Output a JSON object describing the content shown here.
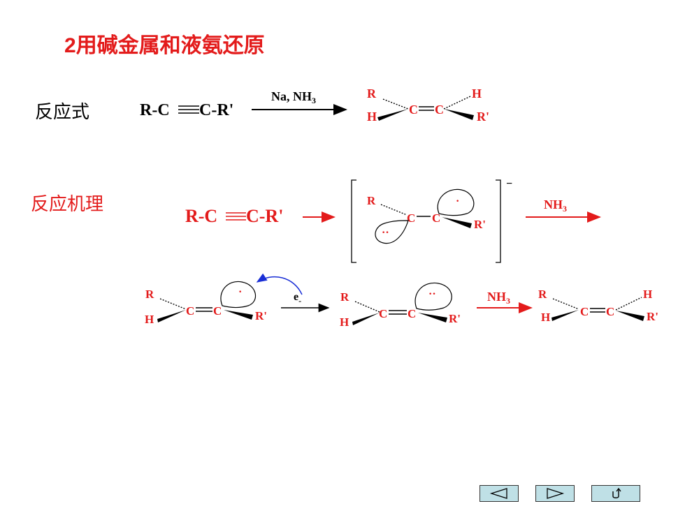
{
  "title": {
    "number": "2",
    "text": "用碱金属和液氨还原"
  },
  "reaction": {
    "label": "反应式",
    "reactant": {
      "r": "R-C",
      "c": "C-R'"
    },
    "reagent": "Na, NH",
    "reagent_sub": "3",
    "product": {
      "r": "R",
      "h": "H",
      "c1": "C",
      "c2": "C",
      "h2": "H",
      "r2": "R'"
    }
  },
  "mechanism": {
    "label": "反应机理",
    "reactant": {
      "r": "R-C",
      "c": "C-R'"
    },
    "anion_charge": "−",
    "step_reagent": "NH",
    "step_reagent_sub": "3",
    "radical_dot": "·",
    "lone_pair": "··",
    "electron": "e",
    "electron_sign": "-",
    "atoms": {
      "R": "R",
      "H": "H",
      "C": "C",
      "Rp": "R'"
    }
  },
  "nav": {
    "prev": "previous-slide",
    "next": "next-slide",
    "return": "return"
  },
  "colors": {
    "red": "#e31b1b",
    "blue": "#1a2fd6",
    "nav_bg": "#bfe0e6"
  }
}
